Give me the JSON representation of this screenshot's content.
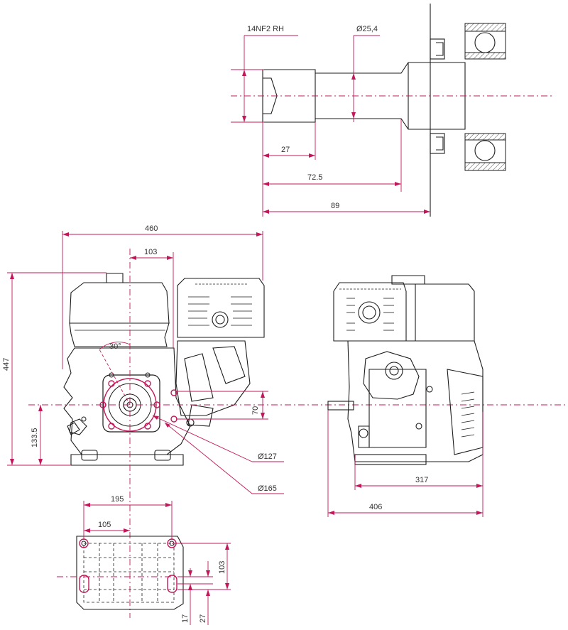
{
  "colors": {
    "line": "#1c1c1c",
    "dimension": "#c2185b",
    "background": "#ffffff"
  },
  "labels": {
    "thread": "14NF2 RH",
    "shaft_dia": "Ø25,4",
    "len_27": "27",
    "len_72_5": "72.5",
    "len_89": "89",
    "width_460": "460",
    "offset_103_top": "103",
    "height_447": "447",
    "angle_30": "30°",
    "height_70": "70",
    "shaft_height_133_5": "133.5",
    "pcd_127": "Ø127",
    "pcd_165": "Ø165",
    "depth_317": "317",
    "depth_406": "406",
    "base_195": "195",
    "base_105": "105",
    "base_103": "103",
    "base_17": "17",
    "base_27": "27"
  }
}
